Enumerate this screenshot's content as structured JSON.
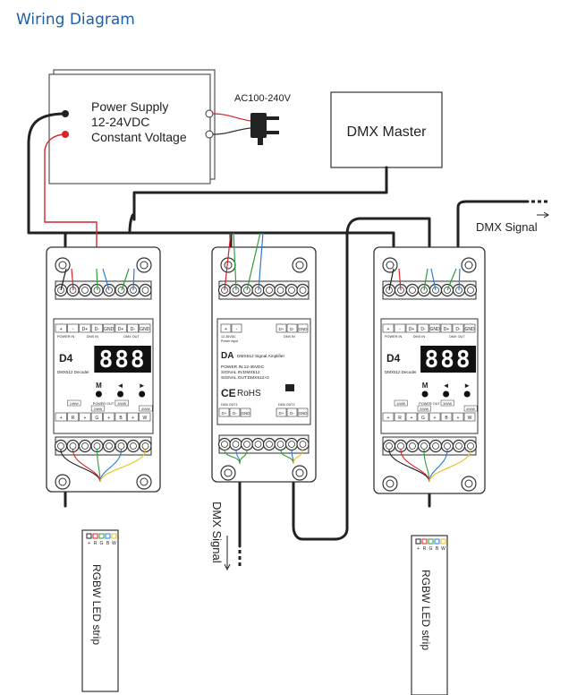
{
  "title": "Wiring Diagram",
  "power_supply": {
    "line1": "Power Supply",
    "line2": "12-24VDC",
    "line3": "Constant Voltage",
    "ac_label": "AC100-240V"
  },
  "dmx_master": {
    "label": "DMX Master"
  },
  "dmx_signal_right": "DMX Signal",
  "dmx_signal_bottom": "DMX Signal",
  "decoder": {
    "model": "D4",
    "sub": "DMX512 Decoder",
    "display": "888",
    "btn_m": "M",
    "btn_left": "◄",
    "btn_right": "►",
    "top_terms": [
      "+",
      "-",
      "D+",
      "D-",
      "GND",
      "D+",
      "D-",
      "GND"
    ],
    "power_in": "POWER IN",
    "dmx_in": "DMX IN",
    "dmx_out": "DMX OUT",
    "power_out": "POWER OUT",
    "ch": [
      "1/WW",
      "2/WW",
      "3/WW",
      "4/WW"
    ],
    "bottom_terms": [
      "+",
      "R",
      "+",
      "G",
      "+",
      "B",
      "+",
      "W"
    ]
  },
  "amplifier": {
    "model": "DA",
    "sub": "DMX512 Signal Amplifier",
    "top_terms": [
      "+",
      "-",
      "D+",
      "D-",
      "GND"
    ],
    "vin1": "12-36VDC",
    "vin2": "Power Input",
    "dmx_in": "DMX IN",
    "spec1": "POWER IN:12-36VDC",
    "spec2": "SIGNAL IN:DMX512",
    "spec3": "SIGNAL OUT:DMX512×2",
    "ce": "CE",
    "rohs": "RoHS",
    "out1_terms": [
      "D+",
      "D-",
      "GND"
    ],
    "out2_terms": [
      "D+",
      "D-",
      "GND"
    ],
    "out1": "DMX OUT1",
    "out2": "DMX OUT2"
  },
  "strip": {
    "label": "RGBW LED strip",
    "pins": [
      "+",
      "R",
      "G",
      "B",
      "W"
    ]
  },
  "colors": {
    "title": "#1f5fa8",
    "red": "#d6242a",
    "green": "#2f9e3b",
    "blue": "#2b7bd6",
    "yellow": "#e6c21e",
    "black": "#222222"
  }
}
